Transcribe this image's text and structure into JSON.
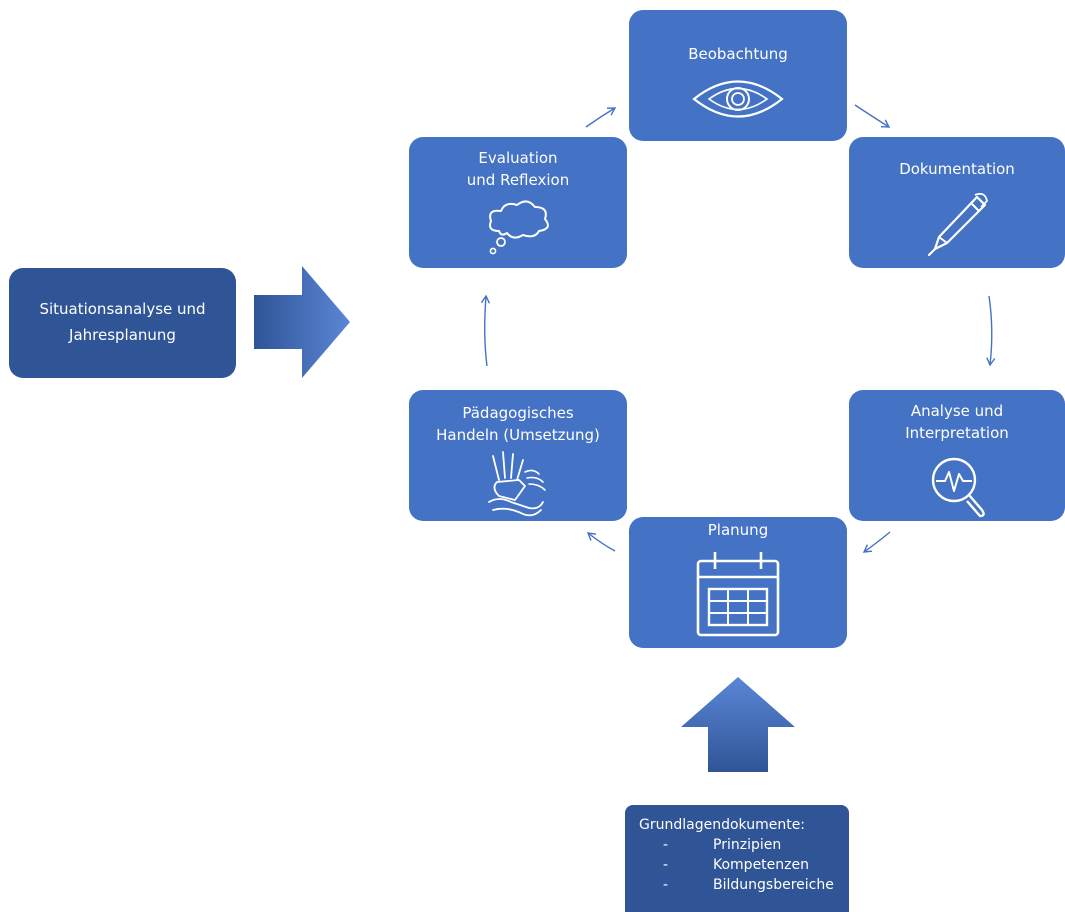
{
  "nodes": {
    "beobachtung": "Beobachtung",
    "dokumentation": "Dokumentation",
    "analyse_line1": "Analyse und",
    "analyse_line2": "Interpretation",
    "planung": "Planung",
    "paedagogisches_line1": "Pädagogisches",
    "paedagogisches_line2": "Handeln (Umsetzung)",
    "evaluation_line1": "Evaluation",
    "evaluation_line2": "und Reflexion"
  },
  "situation": {
    "line1": "Situationsanalyse und",
    "line2": "Jahresplanung"
  },
  "grundlagen": {
    "title": "Grundlagendokumente:",
    "bullet": "-",
    "items": [
      "Prinzipien",
      "Kompetenzen",
      "Bildungsbereiche"
    ]
  },
  "colors": {
    "box": "#4472c4",
    "dark_box": "#2f5597",
    "arrow": "#4472c4"
  },
  "icons": {
    "beobachtung": "eye-icon",
    "dokumentation": "pen-icon",
    "analyse": "magnifier-pulse-icon",
    "planung": "calendar-icon",
    "paedagogisches": "sign-language-hands-icon",
    "evaluation": "thought-bubble-icon"
  }
}
